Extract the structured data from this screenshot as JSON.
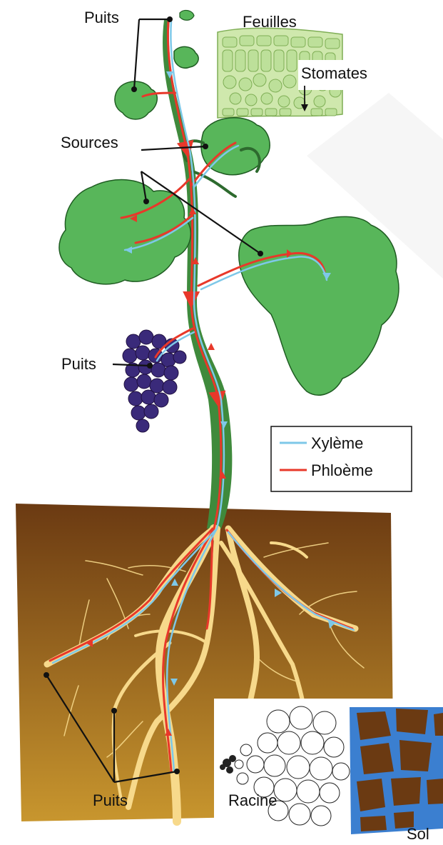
{
  "labels": {
    "puits_top": "Puits",
    "feuilles": "Feuilles",
    "stomates": "Stomates",
    "sources": "Sources",
    "puits_grapes": "Puits",
    "puits_bottom": "Puits",
    "racine": "Racine",
    "sol": "Sol"
  },
  "legend": {
    "items": [
      {
        "label": "Xylème",
        "color": "#7ec8e8"
      },
      {
        "label": "Phloème",
        "color": "#e8382a"
      }
    ]
  },
  "colors": {
    "leaf": "#58b65a",
    "leaf_dark": "#2d7a33",
    "stem": "#3f8a3c",
    "soil_top": "#6b3a12",
    "soil_bottom": "#c8962e",
    "root": "#f7d98b",
    "grape": "#3a2a7a",
    "xylem": "#7ec8e8",
    "phloem": "#e8382a",
    "cell_leaf": "#c9e6a6",
    "soil_chunk": "#6b3a12",
    "water": "#3b7fd0"
  }
}
